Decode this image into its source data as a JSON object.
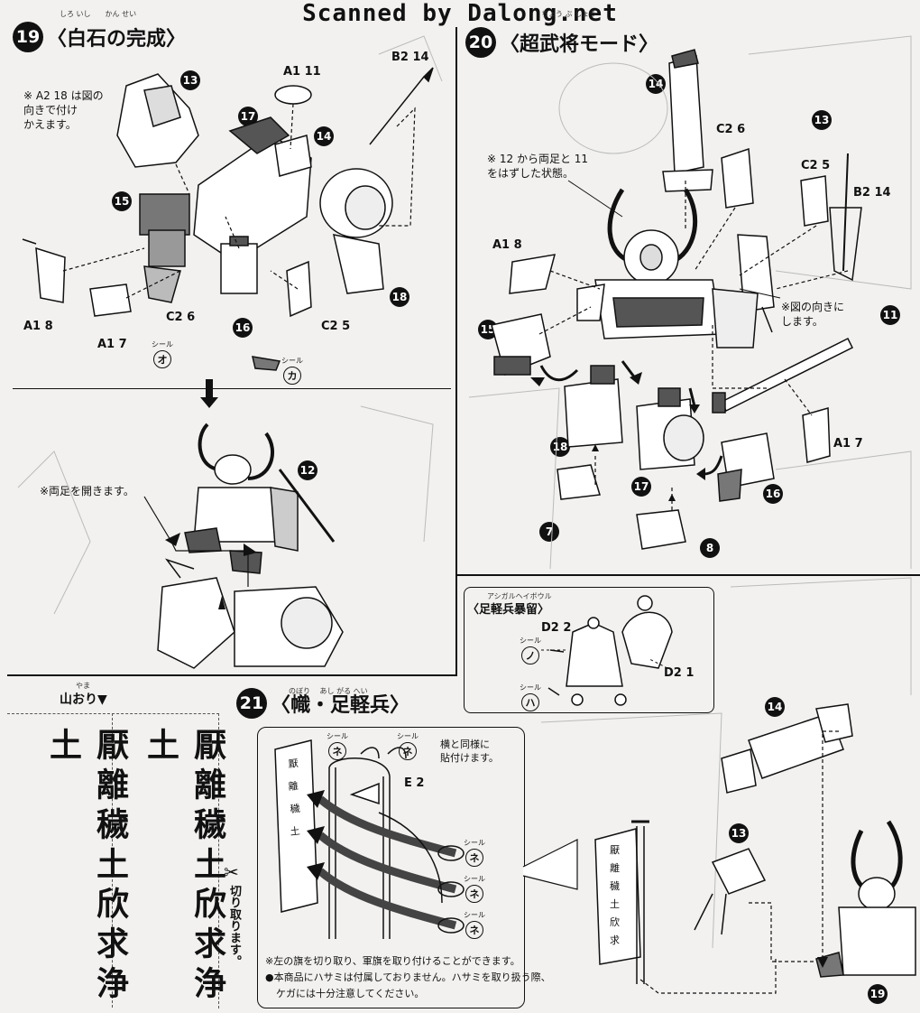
{
  "watermark": "Scanned by Dalong.net",
  "step19": {
    "num": "19",
    "title": "〈白石の完成〉",
    "ruby": "しろ いし　　かん せい",
    "note": "※ A2 18 は図の\n向きで付け\nかえます。",
    "note2": "※両足を開きます。",
    "labels": {
      "a1_11": "A1 11",
      "b2_14": "B2 14",
      "a1_8": "A1 8",
      "a1_7": "A1 7",
      "c2_6": "C2 6",
      "c2_5": "C2 5"
    },
    "parts": [
      "13",
      "17",
      "14",
      "15",
      "16",
      "18",
      "12"
    ],
    "seals": [
      {
        "top": "シール",
        "mark": "オ"
      },
      {
        "top": "シール",
        "mark": "カ"
      }
    ]
  },
  "step20": {
    "num": "20",
    "title": "〈超武将モード〉",
    "ruby": "ちょう ぶ しょう",
    "note": "※ 12 から両足と 11\nをはずした状態。",
    "note2": "※図の向きに\nします。",
    "labels": {
      "c2_6": "C2 6",
      "c2_5": "C2 5",
      "b2_14": "B2 14",
      "a1_8": "A1 8",
      "a1_7": "A1 7"
    },
    "parts": [
      "14",
      "13",
      "11",
      "15",
      "18",
      "17",
      "16",
      "7",
      "8"
    ]
  },
  "ashigaru": {
    "title": "〈足軽兵暴留〉",
    "ruby": "アシガルヘイボウル",
    "d2_2": "D2 2",
    "d2_1": "D2 1",
    "seals": [
      {
        "top": "シール",
        "mark": "ノ"
      },
      {
        "top": "シール",
        "mark": "ハ"
      }
    ]
  },
  "step21": {
    "num": "21",
    "title": "〈幟・足軽兵〉",
    "ruby": "のぼり　 あし がる へい",
    "e2": "E 2",
    "note_same": "横と同様に\n貼付けます。",
    "seal_mark": "ネ",
    "seal_top": "シール",
    "footnote1": "※左の旗を切り取り、軍旗を取り付けることができます。",
    "footnote2": "●本商品にハサミは付属しておりません。ハサミを取り扱う際、",
    "footnote3": "ケガには十分注意してください。",
    "parts": [
      "14",
      "13",
      "19"
    ]
  },
  "banner": {
    "fold_label": "山おり▼",
    "fold_ruby": "やま",
    "text": "厭離穢土欣求浄土",
    "cut_label": "切り取ります。"
  }
}
